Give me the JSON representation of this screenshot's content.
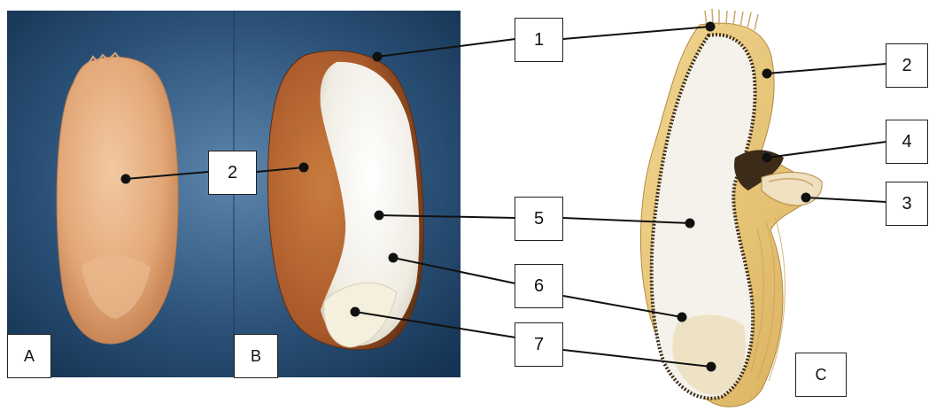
{
  "panels": {
    "a": {
      "label": "A"
    },
    "b": {
      "label": "B"
    },
    "c": {
      "label": "C"
    }
  },
  "callouts": {
    "one": "1",
    "two_a": "2",
    "two_c": "2",
    "three": "3",
    "four": "4",
    "five": "5",
    "six": "6",
    "seven": "7"
  },
  "colors": {
    "photo_background": "#1f3f63",
    "grain_a": "#e8b288",
    "bran": "#b86a30",
    "endosperm": "#f3f0e6",
    "germ": "#e9dcb8",
    "pericarp_drawing": "#e7c77a",
    "cell_layer": "#3b2b18"
  }
}
